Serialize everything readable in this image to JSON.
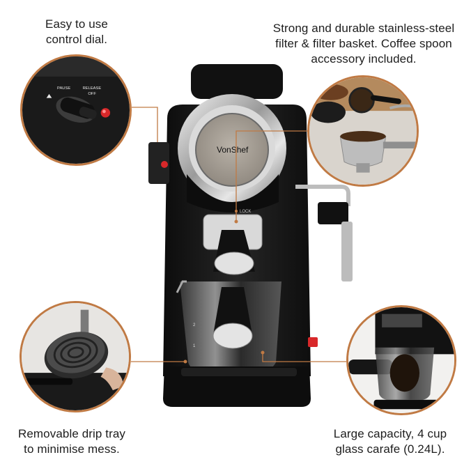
{
  "captions": {
    "dial": [
      "Easy to use",
      "control dial."
    ],
    "filter": [
      "Strong and durable stainless-steel",
      "filter & filter basket. Coffee spoon",
      "accessory included."
    ],
    "tray": [
      "Removable drip tray",
      "to minimise mess."
    ],
    "carafe": [
      "Large capacity, 4 cup",
      "glass carafe (0.24L)."
    ]
  },
  "machine": {
    "brand": "VonShef",
    "lock_label": "LOCK"
  },
  "dial_labels": {
    "pause": "PAUSE",
    "release": "RELEASE",
    "off": "OFF"
  },
  "carafe_marks": [
    "2",
    "1"
  ],
  "colors": {
    "accent": "#c07a44",
    "machine_body": "#141414",
    "chrome": "#c9c9c9",
    "indicator_red": "#d8282a"
  }
}
